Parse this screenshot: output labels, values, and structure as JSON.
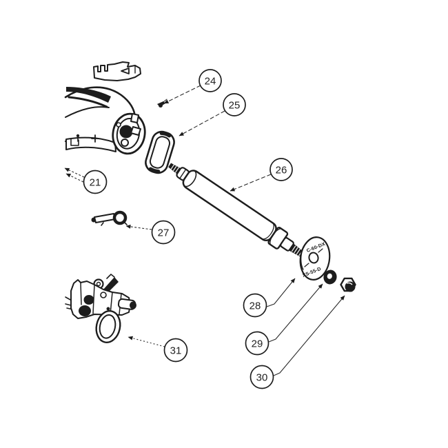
{
  "diagram": {
    "background": "#ffffff",
    "line_color": "#1d1d1d"
  },
  "callouts": [
    {
      "label": "21"
    },
    {
      "label": "24"
    },
    {
      "label": "25"
    },
    {
      "label": "26"
    },
    {
      "label": "27"
    },
    {
      "label": "28"
    },
    {
      "label": "29"
    },
    {
      "label": "30"
    },
    {
      "label": "31"
    }
  ],
  "disc_markings": {
    "line1": "C-60-DX",
    "line2": "XS-55-D"
  }
}
